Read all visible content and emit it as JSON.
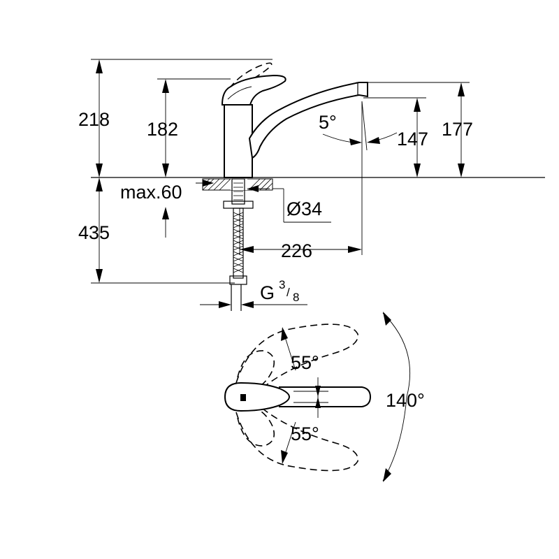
{
  "dimensions": {
    "total_height": "218",
    "spout_top_height": "182",
    "spout_angle": "5°",
    "outlet_height": "147",
    "spout_total_height": "177",
    "max_deck": "max.60",
    "hole_diameter": "Ø34",
    "below_deck": "435",
    "reach": "226",
    "connection_prefix": "G",
    "connection_num": "3",
    "connection_den": "8",
    "swivel_up": "55°",
    "swivel_down": "55°",
    "swivel_total": "140°"
  }
}
